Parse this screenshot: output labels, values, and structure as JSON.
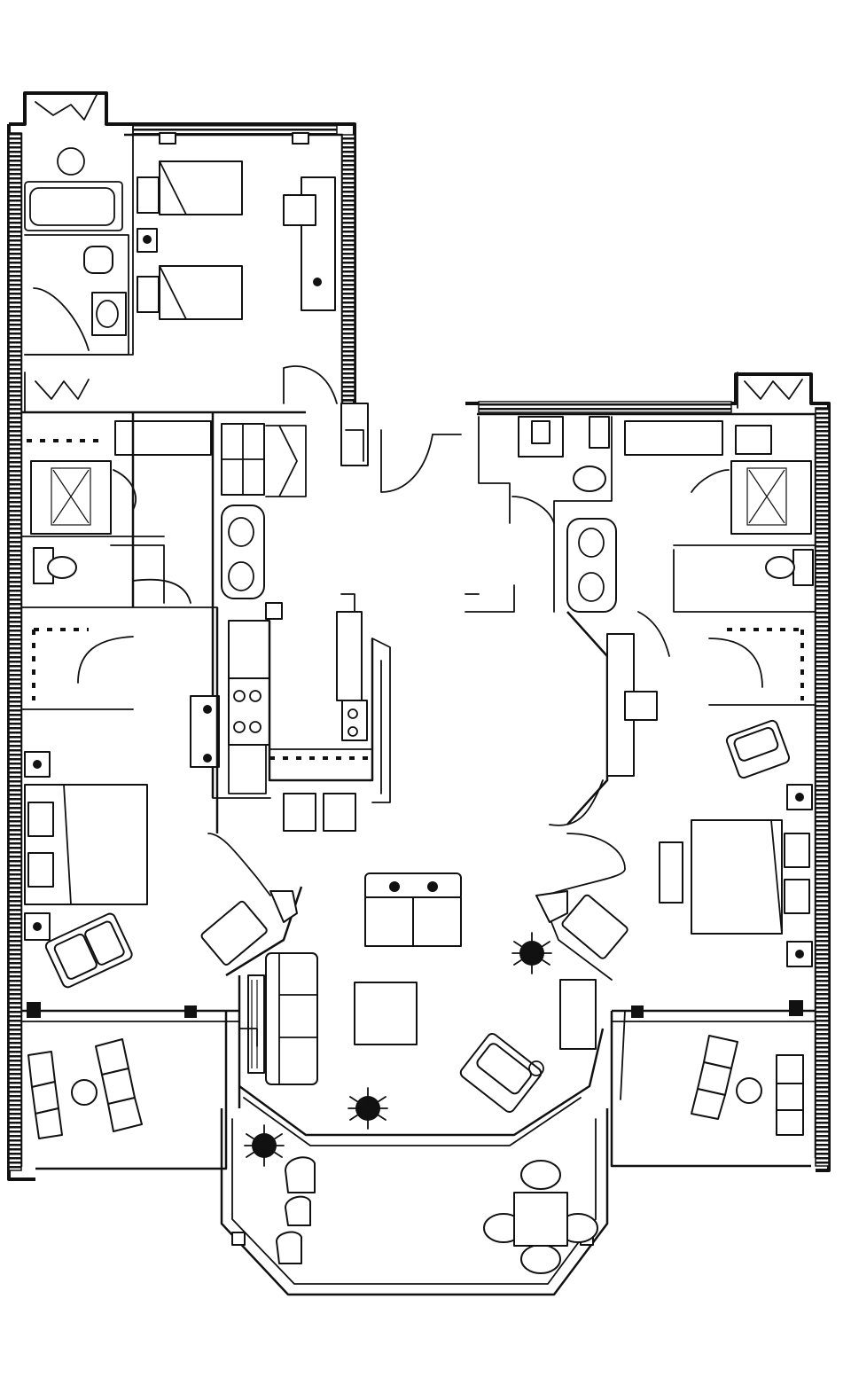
{
  "diagram": {
    "type": "floor-plan",
    "colors": {
      "line": "#111111",
      "background": "#ffffff"
    },
    "rooms": [
      {
        "id": "bedroom-top-left",
        "furniture": [
          "twin-bed",
          "twin-bed",
          "nightstand",
          "desk",
          "chair"
        ]
      },
      {
        "id": "bath-top-left",
        "furniture": [
          "bathtub",
          "toilet",
          "sink",
          "planter"
        ]
      },
      {
        "id": "bath-left",
        "furniture": [
          "shower",
          "toilet",
          "closet"
        ]
      },
      {
        "id": "bedroom-left",
        "furniture": [
          "queen-bed",
          "nightstand",
          "armchair",
          "dresser"
        ]
      },
      {
        "id": "balcony-left",
        "furniture": [
          "lounge-chair",
          "lounge-chair",
          "side-table"
        ]
      },
      {
        "id": "kitchen",
        "furniture": [
          "counter",
          "stove",
          "sink",
          "bar-stool",
          "bar-stool",
          "bar-stool"
        ]
      },
      {
        "id": "foyer-bath",
        "furniture": [
          "double-sink",
          "toilet",
          "sink"
        ]
      },
      {
        "id": "living-room",
        "furniture": [
          "sofa",
          "loveseat",
          "coffee-table",
          "armchair",
          "armchair",
          "plant",
          "plant",
          "plant"
        ]
      },
      {
        "id": "bath-right",
        "furniture": [
          "bathtub",
          "shower",
          "toilet",
          "double-sink"
        ]
      },
      {
        "id": "bedroom-right",
        "furniture": [
          "queen-bed",
          "nightstand",
          "armchair",
          "tv-stand"
        ]
      },
      {
        "id": "balcony-right",
        "furniture": [
          "lounge-chair",
          "lounge-chair",
          "side-table"
        ]
      },
      {
        "id": "dining-patio",
        "furniture": [
          "dining-table",
          "chair",
          "chair",
          "chair",
          "chair",
          "chair",
          "chair"
        ]
      }
    ]
  }
}
